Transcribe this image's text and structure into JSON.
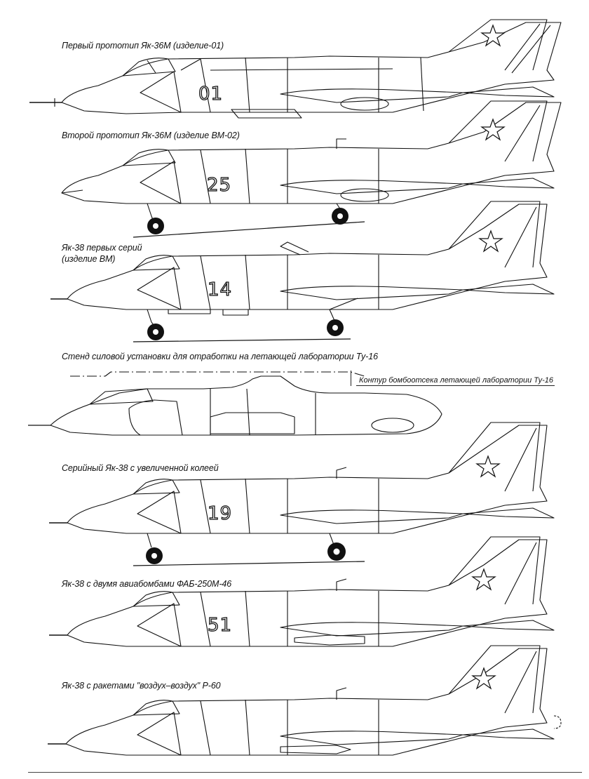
{
  "page": {
    "subject": "Yak-36M / Yak-38 side-view line drawings"
  },
  "callout": {
    "text": "Контур бомбоотсека летающей лаборатории Ту-16"
  },
  "aircraft": [
    {
      "caption": "Первый прототип Як-36М (изделие-01)",
      "fuselage_number": "01",
      "landing_gear": false
    },
    {
      "caption": "Второй прототип Як-36М (изделие ВМ-02)",
      "fuselage_number": "25",
      "landing_gear": true
    },
    {
      "caption_line1": "Як-38 первых серий",
      "caption_line2": "(изделие ВМ)",
      "fuselage_number": "14",
      "landing_gear": true
    },
    {
      "caption": "Стенд силовой установки для отработки на летающей лаборатории Ту-16",
      "fuselage_number": "",
      "landing_gear": false
    },
    {
      "caption": "Серийный Як-38 с увеличенной колеей",
      "fuselage_number": "19",
      "landing_gear": true
    },
    {
      "caption": "Як-38 с двумя авиабомбами ФАБ-250М-46",
      "fuselage_number": "51",
      "landing_gear": false
    },
    {
      "caption": "Як-38 с ракетами \"воздух–воздух\" Р-60",
      "fuselage_number": "",
      "landing_gear": false
    }
  ],
  "colors": {
    "ink": "#111111",
    "paper": "#ffffff"
  }
}
